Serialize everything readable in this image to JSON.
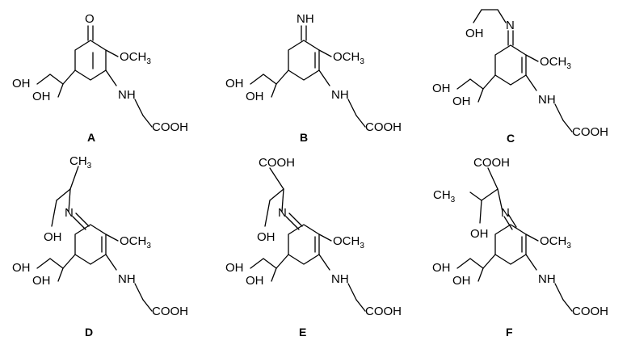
{
  "structures": [
    {
      "caption": "A",
      "imine": "O",
      "ome": {
        "main": "OCH",
        "sub": "3"
      },
      "hydroxymethyl": "OH",
      "ring_oh": "OH",
      "nh": "NH",
      "cooh": "COOH",
      "side_chain": null
    },
    {
      "caption": "B",
      "imine": "NH",
      "ome": {
        "main": "OCH",
        "sub": "3"
      },
      "hydroxymethyl": "OH",
      "ring_oh": "OH",
      "nh": "NH",
      "cooh": "COOH",
      "side_chain": null
    },
    {
      "caption": "C",
      "imine": "N",
      "ome": {
        "main": "OCH",
        "sub": "3"
      },
      "hydroxymethyl": "OH",
      "ring_oh": "OH",
      "nh": "NH",
      "cooh": "COOH",
      "side_chain": {
        "oh": "OH"
      }
    },
    {
      "caption": "D",
      "imine": "N",
      "ome": {
        "main": "OCH",
        "sub": "3"
      },
      "hydroxymethyl": "OH",
      "ring_oh": "OH",
      "nh": "NH",
      "cooh": "COOH",
      "side_chain": {
        "oh": "OH",
        "ch3": {
          "main": "CH",
          "sub": "3"
        }
      }
    },
    {
      "caption": "E",
      "imine": "N",
      "ome": {
        "main": "OCH",
        "sub": "3"
      },
      "hydroxymethyl": "OH",
      "ring_oh": "OH",
      "nh": "NH",
      "cooh": "COOH",
      "side_chain": {
        "oh": "OH",
        "cooh": "COOH"
      }
    },
    {
      "caption": "F",
      "imine": "N",
      "ome": {
        "main": "OCH",
        "sub": "3"
      },
      "hydroxymethyl": "OH",
      "ring_oh": "OH",
      "nh": "NH",
      "cooh": "COOH",
      "side_chain": {
        "oh": "OH",
        "cooh": "COOH",
        "ch3": {
          "main": "CH",
          "sub": "3"
        }
      }
    }
  ]
}
